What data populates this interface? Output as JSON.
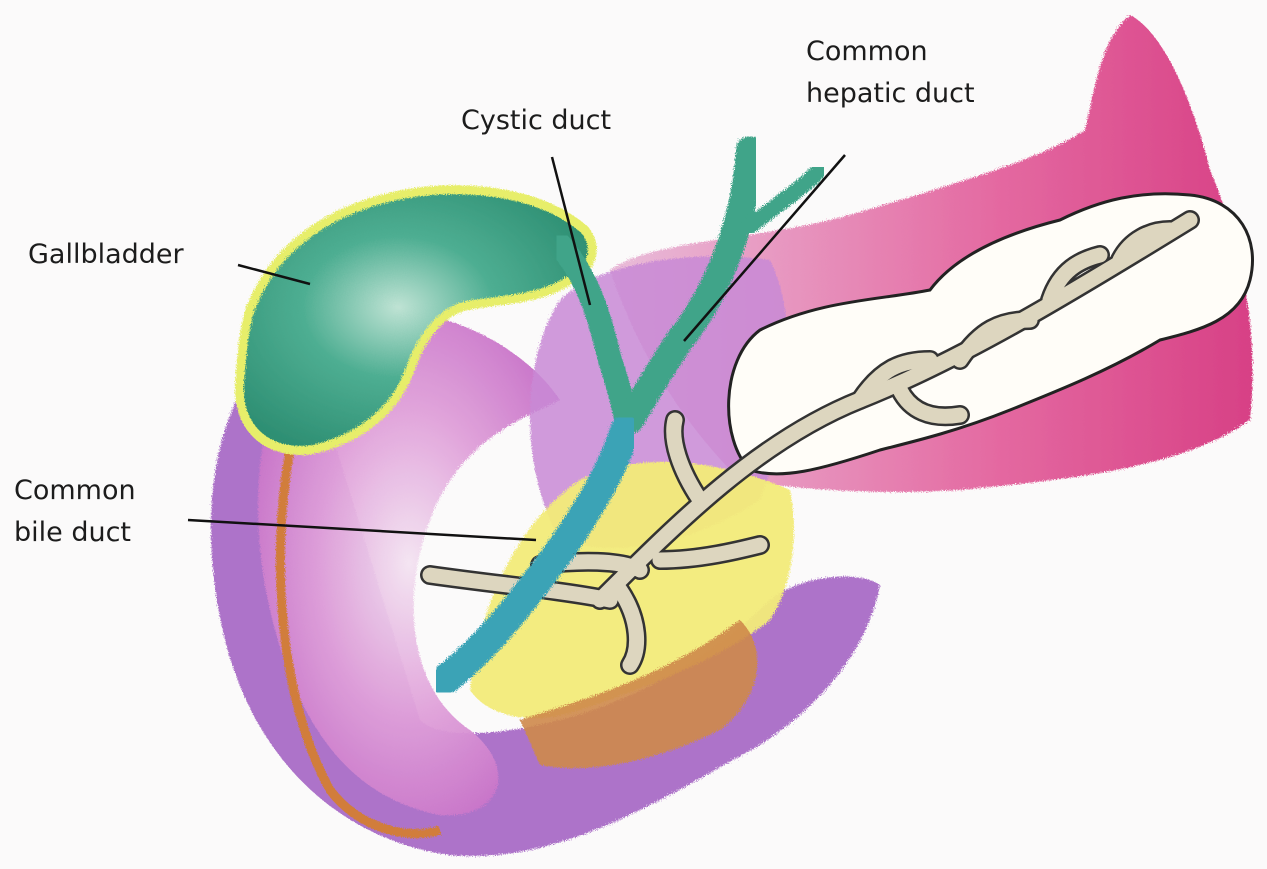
{
  "labels": {
    "common_hepatic_duct": "Common\nhepatic duct",
    "cystic_duct": "Cystic duct",
    "gallbladder": "Gallbladder",
    "common_bile_duct": "Common\nbile duct"
  },
  "colors": {
    "background": "#fbfafa",
    "duodenum_purple": "#a15bc2",
    "duodenum_pink": "#d98ad2",
    "pancreas_magenta": "#d7337f",
    "pancreas_pink": "#e6a3c6",
    "pancreatic_duct": "#ddd6bf",
    "gallbladder_green": "#3fa489",
    "gallbladder_outline": "#e7ee6b",
    "bile_duct_teal": "#3aa3b6",
    "ampulla_yellow": "#f3ec7a",
    "orange_rim": "#d17d3b"
  }
}
